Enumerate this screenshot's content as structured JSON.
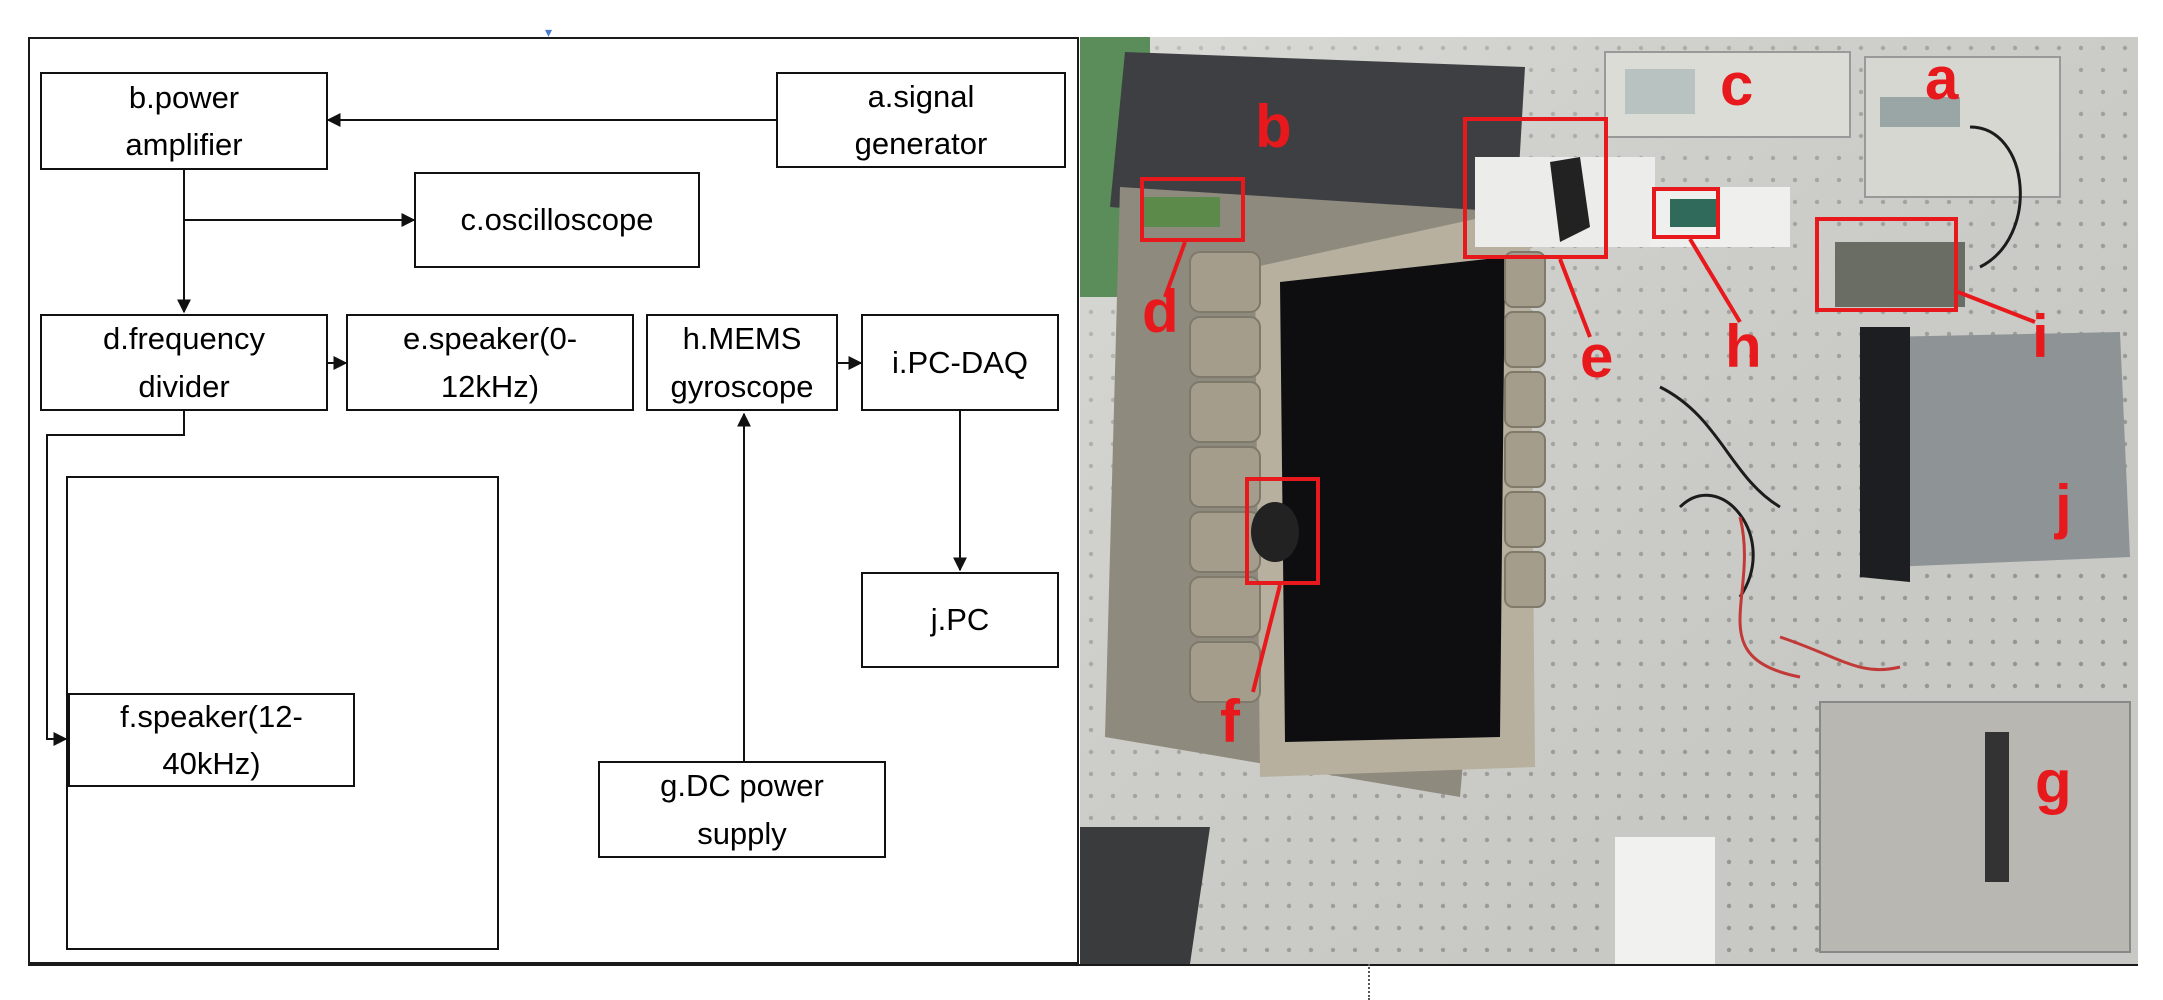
{
  "blocks": {
    "a": "a.signal\ngenerator",
    "b": "b.power\namplifier",
    "c": "c.oscilloscope",
    "d": "d.frequency\ndivider",
    "e": "e.speaker(0-\n12kHz)",
    "f": "f.speaker(12-\n40kHz)",
    "g": "g.DC power\nsupply",
    "h": "h.MEMS\ngyroscope",
    "i": "i.PC-DAQ",
    "j": "j.PC"
  },
  "photo_labels": {
    "a": "a",
    "b": "b",
    "c": "c",
    "d": "d",
    "e": "e",
    "f": "f",
    "g": "g",
    "h": "h",
    "i": "i",
    "j": "j"
  },
  "colors": {
    "callout": "#e8191c",
    "line": "#111111"
  }
}
